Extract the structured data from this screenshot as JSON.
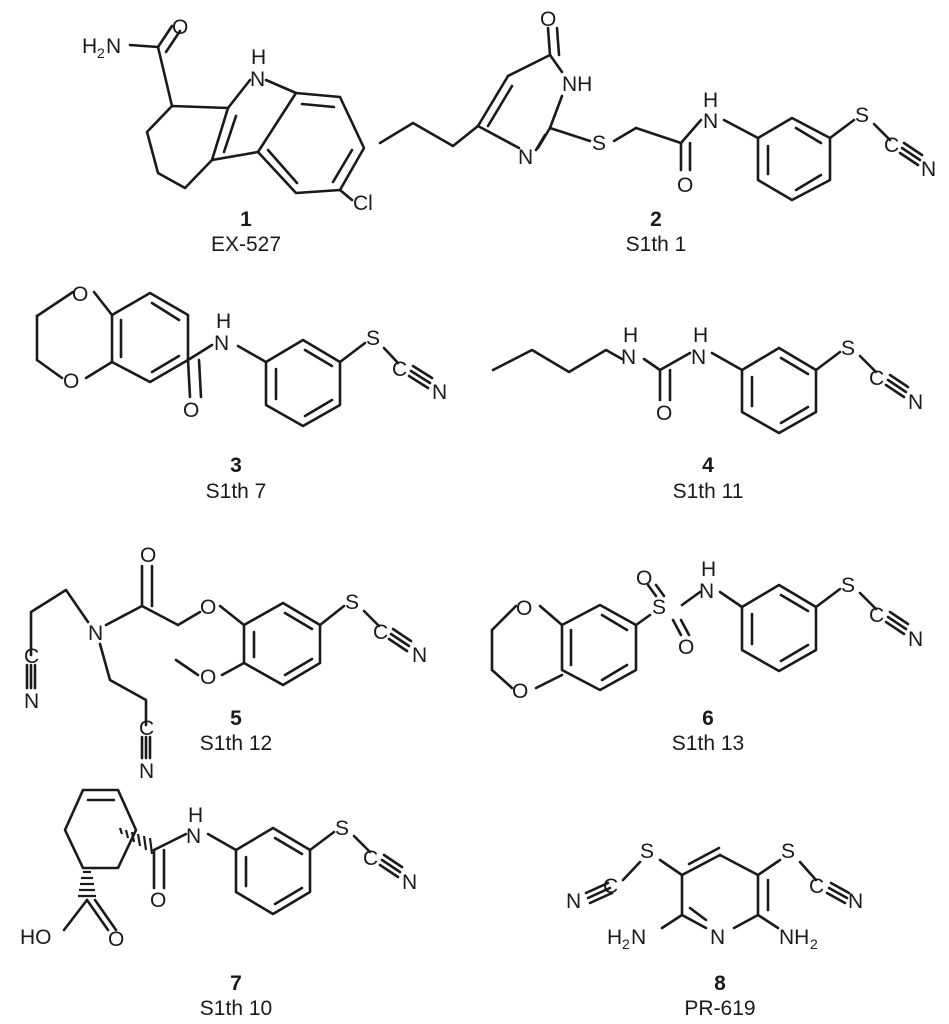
{
  "compounds": [
    {
      "number": "1",
      "name": "EX-527"
    },
    {
      "number": "2",
      "name": "S1th 1"
    },
    {
      "number": "3",
      "name": "S1th 7"
    },
    {
      "number": "4",
      "name": "S1th 11"
    },
    {
      "number": "5",
      "name": "S1th 12"
    },
    {
      "number": "6",
      "name": "S1th 13"
    },
    {
      "number": "7",
      "name": "S1th 10"
    },
    {
      "number": "8",
      "name": "PR-619"
    }
  ],
  "atoms": {
    "H2N": "H",
    "H2N_sub": "2",
    "H2N_N": "N",
    "O": "O",
    "H": "H",
    "N": "N",
    "NH": "NH",
    "HN": "HN",
    "Cl": "Cl",
    "S": "S",
    "C": "C",
    "HO": "HO",
    "NH2_N": "NH",
    "NH2_sub": "2",
    "H2_H": "H",
    "H2_sub": "2",
    "H2_N": "N",
    "NC_N": "N",
    "NC_C": "C"
  },
  "colors": {
    "ink": "#1a1a1a",
    "background": "#ffffff"
  }
}
